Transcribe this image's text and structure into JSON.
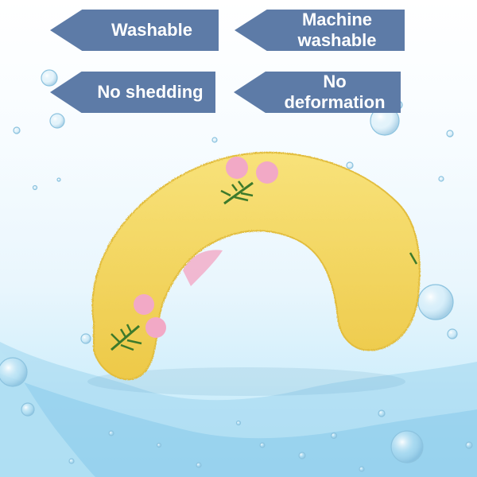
{
  "features": {
    "washable": "Washable",
    "machine_washable": "Machine\nwashable",
    "no_shedding": "No shedding",
    "no_deformation": "No deformation"
  },
  "colors": {
    "tag_bg": "#5d7ba7",
    "tag_text": "#ffffff",
    "pillow": "#f4d95b",
    "flower_pink": "#f2a9c6",
    "stem_green": "#3d7a2b",
    "water": "#bfe6f7"
  },
  "icons": [
    "bubble-icon",
    "water-splash-icon",
    "cherry-flower-icon"
  ]
}
